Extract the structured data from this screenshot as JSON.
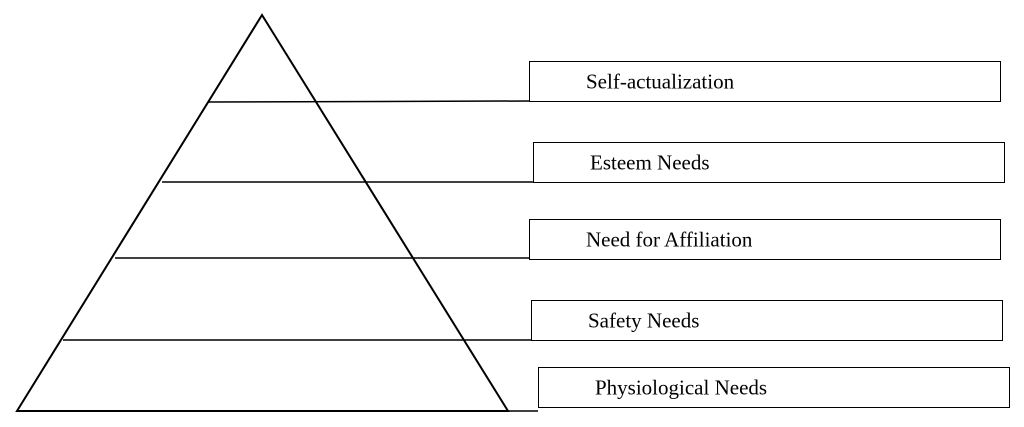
{
  "diagram": {
    "levels": [
      {
        "label": "Self-actualization"
      },
      {
        "label": "Esteem Needs"
      },
      {
        "label": "Need for Affiliation"
      },
      {
        "label": "Safety Needs"
      },
      {
        "label": "Physiological Needs"
      }
    ]
  }
}
